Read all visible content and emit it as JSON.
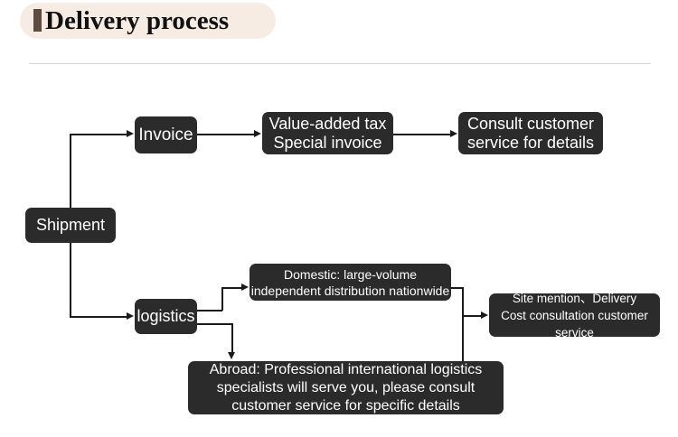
{
  "header": {
    "title": "Delivery process",
    "accent_color": "#5e4b3f",
    "pill_color": "#f6ece4",
    "divider_color": "#d3d3d3"
  },
  "flowchart": {
    "node_color": "#2b2b2b",
    "node_text_color": "#ffffff",
    "line_color": "#1a1a1a",
    "nodes": {
      "shipment": "Shipment",
      "invoice": "Invoice",
      "vat": "Value-added tax\nSpecial invoice",
      "consult": "Consult customer\nservice for details",
      "logistics": "logistics",
      "domestic": "Domestic: large-volume\nindependent distribution nationwide",
      "abroad": "Abroad: Professional international logistics\nspecialists will serve you, please consult\ncustomer service for specific details",
      "site": "Site mention、Delivery\nCost consultation customer service"
    }
  }
}
